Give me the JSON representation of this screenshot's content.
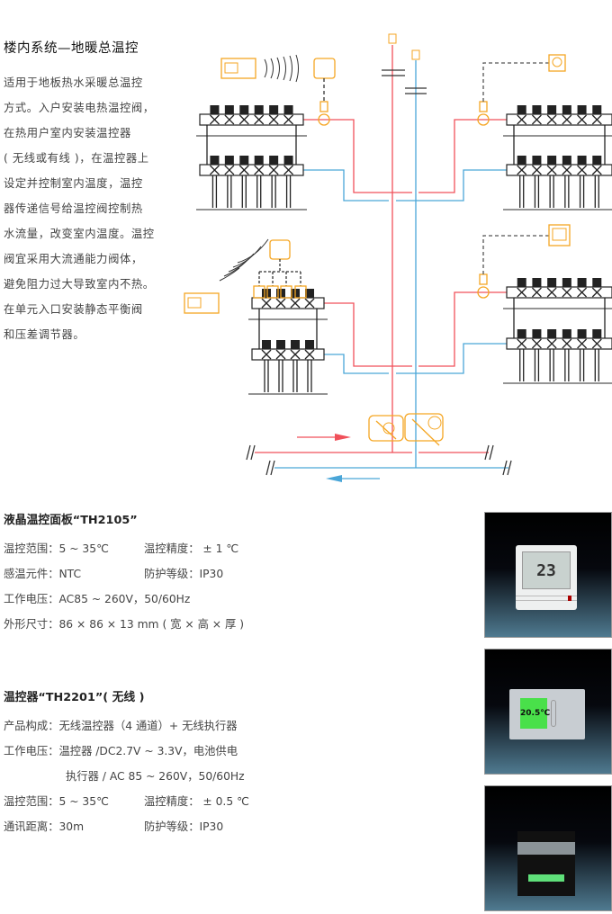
{
  "title": "楼内系统—地暖总温控",
  "intro_lines": [
    "适用于地板热水采暖总温控",
    "方式。入户安装电热温控阀，",
    "在热用户室内安装温控器",
    "( 无线或有线 )，在温控器上",
    "设定并控制室内温度，温控",
    "器传递信号给温控阀控制热",
    "水流量，改变室内温度。温控",
    "阀宜采用大流通能力阀体，",
    "避免阻力过大导致室内不热。",
    "在单元入口安装静态平衡阀",
    "和压差调节器。"
  ],
  "colors": {
    "supply": "#f0505a",
    "return": "#4aa6d8",
    "device": "#f5a623"
  },
  "product1": {
    "title": "液晶温控面板“TH2105”",
    "rows": [
      {
        "a": "温控范围：5 ~ 35℃",
        "b": "温控精度： ± 1 ℃"
      },
      {
        "a": "感温元件：NTC",
        "b": "防护等级：IP30"
      },
      {
        "a": "工作电压：AC85 ~ 260V，50/60Hz"
      },
      {
        "a": "外形尺寸：86 × 86 × 13 mm ( 宽 × 高 × 厚 )"
      }
    ],
    "display": "23"
  },
  "product2": {
    "title": "温控器“TH2201”( 无线 )",
    "rows": [
      {
        "a": "产品构成：无线温控器（4 通道）+ 无线执行器"
      },
      {
        "a": "工作电压：温控器 /DC2.7V ~ 3.3V，电池供电"
      },
      {
        "a": "执行器 / AC 85 ~ 260V，50/60Hz",
        "indent": true
      },
      {
        "a": "温控范围：5 ~ 35℃",
        "b": "温控精度： ± 0.5 ℃"
      },
      {
        "a": "通讯距离：30m",
        "b": "防护等级：IP30"
      }
    ],
    "display": "20.5℃"
  }
}
